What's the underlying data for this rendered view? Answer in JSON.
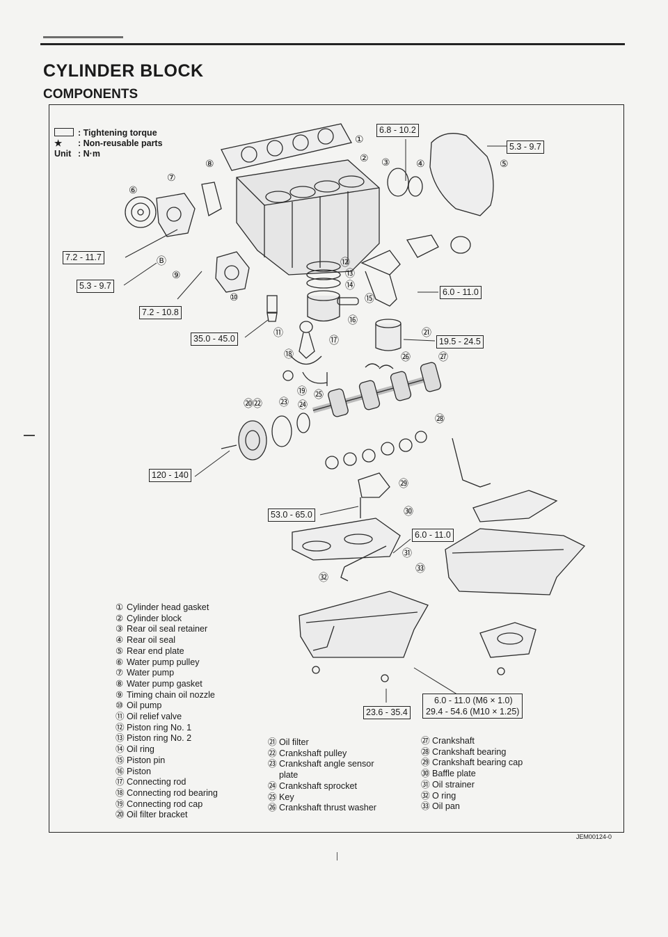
{
  "page": {
    "title": "CYLINDER BLOCK",
    "subtitle": "COMPONENTS",
    "figure_code": "JEM00124-0"
  },
  "legend": {
    "torque_label": ": Tightening torque",
    "nonreusable_symbol": "★",
    "nonreusable_label": ": Non-reusable parts",
    "unit_prefix": "Unit",
    "unit_label": ": N·m"
  },
  "torques": {
    "t1": "6.8 - 10.2",
    "t2": "5.3 - 9.7",
    "t3": "7.2 - 11.7",
    "t4": "5.3 - 9.7",
    "t5": "7.2 - 10.8",
    "t6": "6.0 - 11.0",
    "t7": "35.0 - 45.0",
    "t8": "19.5 - 24.5",
    "t9": "120 - 140",
    "t10": "53.0 - 65.0",
    "t11": "6.0 - 11.0",
    "t12": "23.6 - 35.4",
    "t13a": "6.0 - 11.0 (M6 × 1.0)",
    "t13b": "29.4 - 54.6 (M10 × 1.25)"
  },
  "parts_col1": [
    {
      "n": "①",
      "label": "Cylinder head gasket"
    },
    {
      "n": "②",
      "label": "Cylinder block"
    },
    {
      "n": "③",
      "label": "Rear oil seal retainer"
    },
    {
      "n": "④",
      "label": "Rear oil seal"
    },
    {
      "n": "⑤",
      "label": "Rear end plate"
    },
    {
      "n": "⑥",
      "label": "Water pump pulley"
    },
    {
      "n": "⑦",
      "label": "Water pump"
    },
    {
      "n": "⑧",
      "label": "Water pump gasket"
    },
    {
      "n": "⑨",
      "label": "Timing chain oil nozzle"
    },
    {
      "n": "⑩",
      "label": "Oil pump"
    },
    {
      "n": "⑪",
      "label": "Oil relief valve"
    },
    {
      "n": "⑫",
      "label": "Piston ring No. 1"
    },
    {
      "n": "⑬",
      "label": "Piston ring No. 2"
    },
    {
      "n": "⑭",
      "label": "Oil ring"
    },
    {
      "n": "⑮",
      "label": "Piston pin"
    },
    {
      "n": "⑯",
      "label": "Piston"
    },
    {
      "n": "⑰",
      "label": "Connecting rod"
    },
    {
      "n": "⑱",
      "label": "Connecting rod bearing"
    },
    {
      "n": "⑲",
      "label": "Connecting rod cap"
    },
    {
      "n": "⑳",
      "label": "Oil filter bracket"
    }
  ],
  "parts_col2": [
    {
      "n": "㉑",
      "label": "Oil filter"
    },
    {
      "n": "㉒",
      "label": "Crankshaft pulley"
    },
    {
      "n": "㉓",
      "label": "Crankshaft angle sensor"
    },
    {
      "n": "",
      "label": "plate"
    },
    {
      "n": "㉔",
      "label": "Crankshaft sprocket"
    },
    {
      "n": "㉕",
      "label": "Key"
    },
    {
      "n": "㉖",
      "label": "Crankshaft thrust washer"
    }
  ],
  "parts_col3": [
    {
      "n": "㉗",
      "label": "Crankshaft"
    },
    {
      "n": "㉘",
      "label": "Crankshaft bearing"
    },
    {
      "n": "㉙",
      "label": "Crankshaft bearing cap"
    },
    {
      "n": "㉚",
      "label": "Baffle plate"
    },
    {
      "n": "㉛",
      "label": "Oil strainer"
    },
    {
      "n": "㉜",
      "label": "O ring"
    },
    {
      "n": "㉝",
      "label": "Oil pan"
    }
  ],
  "callouts": [
    "①",
    "②",
    "③",
    "④",
    "⑤",
    "⑥",
    "⑦",
    "⑧",
    "⑨",
    "⑩",
    "⑪",
    "⑫",
    "⑬",
    "⑭",
    "⑮",
    "⑯",
    "⑰",
    "⑱",
    "⑲",
    "⑳",
    "㉑",
    "㉒",
    "㉓",
    "㉔",
    "㉕",
    "㉖",
    "㉗",
    "㉘",
    "㉙",
    "㉚",
    "㉛",
    "㉜",
    "㉝",
    "Ⓑ"
  ]
}
